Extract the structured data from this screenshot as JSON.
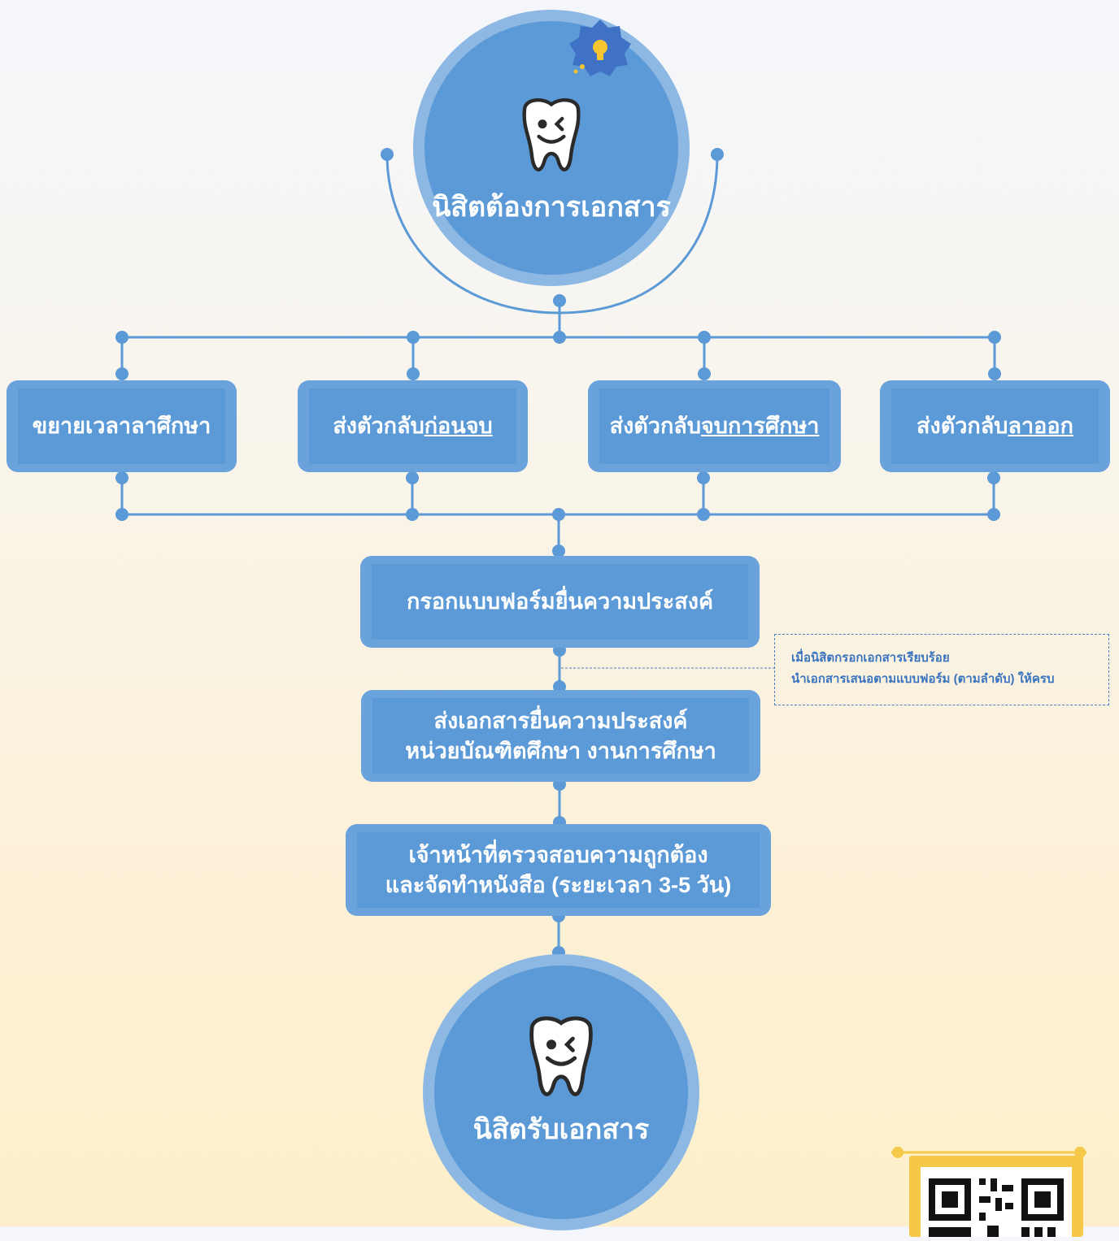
{
  "top_node": {
    "title": "นิสิตต้องการเอกสาร",
    "icon": "tooth-wink-icon",
    "badge_icon": "lightbulb-icon"
  },
  "branches": [
    {
      "prefix": "ขยายเวลาลาศึกษา",
      "underlined": ""
    },
    {
      "prefix": "ส่งตัวกลับ",
      "underlined": "ก่อนจบ"
    },
    {
      "prefix": "ส่งตัวกลับ",
      "underlined": "จบการศึกษา"
    },
    {
      "prefix": "ส่งตัวกลับ",
      "underlined": "ลาออก"
    }
  ],
  "steps": [
    {
      "lines": [
        "กรอกแบบฟอร์มยื่นความประสงค์"
      ]
    },
    {
      "lines": [
        "ส่งเอกสารยื่นความประสงค์",
        "หน่วยบัณฑิตศึกษา งานการศึกษา"
      ]
    },
    {
      "lines": [
        "เจ้าหน้าที่ตรวจสอบความถูกต้อง",
        "และจัดทำหนังสือ (ระยะเวลา 3-5 วัน)"
      ]
    }
  ],
  "note": {
    "line1": "เมื่อนิสิตกรอกเอกสารเรียบร้อย",
    "line2": "นำเอกสารเสนอตามแบบฟอร์ม (ตามลำดับ) ให้ครบ"
  },
  "bottom_node": {
    "title": "นิสิตรับเอกสาร",
    "icon": "tooth-wink-icon"
  },
  "qr_icon": "qr-code-icon",
  "colors": {
    "primary": "#5b9ad6",
    "light": "#8db8e3",
    "connector": "#5b9ad6",
    "note_text": "#3a74c0",
    "qr_frame": "#f5c84a"
  }
}
